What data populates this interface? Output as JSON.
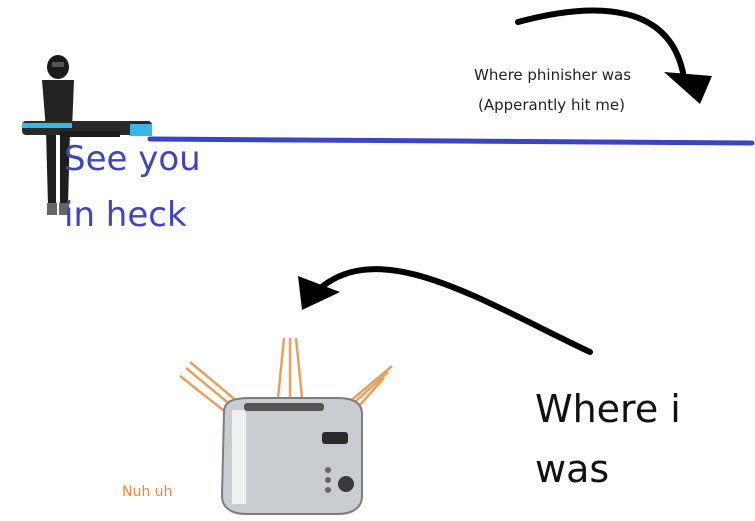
{
  "annotations": {
    "phinisher_location": [
      "Where phinisher was",
      "(Apperantly hit me)"
    ],
    "taunt": [
      "See you",
      "in heck"
    ],
    "my_location": [
      "Where i",
      "was"
    ],
    "toaster_reply": "Nuh uh"
  },
  "colors": {
    "beam": "#3b45c4",
    "taunt_text": "#4046b8",
    "arrow": "#000000",
    "spark": "#e8a060",
    "reply_text": "#e8883a"
  },
  "icons": [
    "armored-soldier-with-railgun",
    "toaster-icon",
    "curved-arrow"
  ]
}
